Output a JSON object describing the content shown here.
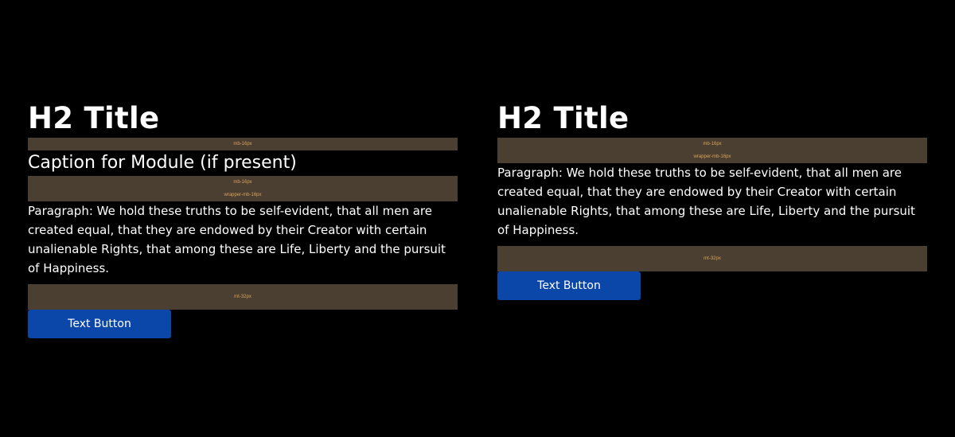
{
  "left_module": {
    "title": "H2 Title",
    "spacer_title": "mb-16px",
    "caption": "Caption for Module (if present)",
    "spacer_caption_1": "mb-16px",
    "spacer_caption_2": "wrapper-mb-16px",
    "paragraph": "Paragraph: We hold these truths to be self-evident, that all men are created equal, that they are endowed by their Creator with certain unalienable Rights, that among these are Life, Liberty and the pursuit of Happiness.",
    "spacer_paragraph": "mt-32px",
    "button_label": "Text Button"
  },
  "right_module": {
    "title": "H2 Title",
    "spacer_title_1": "mb-16px",
    "spacer_title_2": "wrapper-mb-16px",
    "paragraph": "Paragraph: We hold these truths to be self-evident, that all men are created equal, that they are endowed by their Creator with certain unalienable Rights, that among these are Life, Liberty and the pursuit of Happiness.",
    "spacer_paragraph": "mt-32px",
    "button_label": "Text Button"
  },
  "colors": {
    "background": "#000000",
    "spacer": "#4b3f31",
    "spacer_label": "#d9a25a",
    "button": "#0a47a8",
    "text": "#ffffff"
  }
}
